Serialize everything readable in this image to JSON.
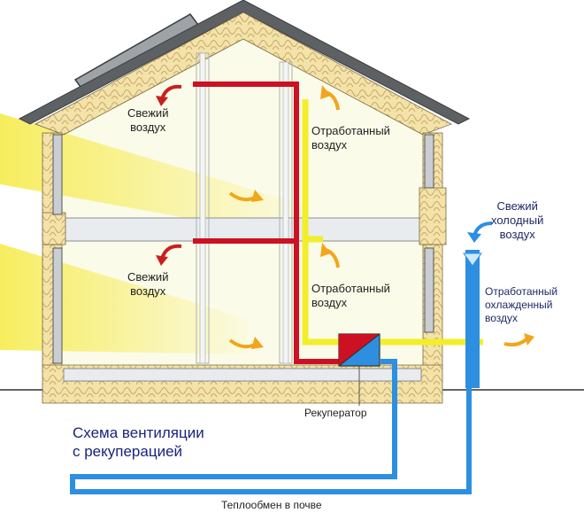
{
  "title_line1": "Схема вентиляции",
  "title_line2": "с рекуперацией",
  "labels": {
    "fresh_air_upper": [
      "Свежий",
      "воздух"
    ],
    "exhaust_air_upper": [
      "Отработанный",
      "воздух"
    ],
    "fresh_air_lower": [
      "Свежий",
      "воздух"
    ],
    "exhaust_air_lower": [
      "Отработанный",
      "воздух"
    ],
    "fresh_cold_air": [
      "Свежий",
      "холодный",
      "воздух"
    ],
    "exhaust_cooled_air": [
      "Отработанный",
      "охлажденный",
      "воздух"
    ],
    "recuperator": "Рекуператор",
    "ground_heat_exchange": "Теплообмен в почве"
  },
  "colors": {
    "fresh_duct": "#cc1122",
    "exhaust_duct": "#f2ee2a",
    "cold_duct": "#2e8fe0",
    "insulation": "#f2e2a6",
    "roof": "#585c5f",
    "sunlight": "#f8f070",
    "arrow_fresh": "#c8201f",
    "arrow_exhaust": "#f2a61a",
    "arrow_cold": "#2e8fe0"
  }
}
